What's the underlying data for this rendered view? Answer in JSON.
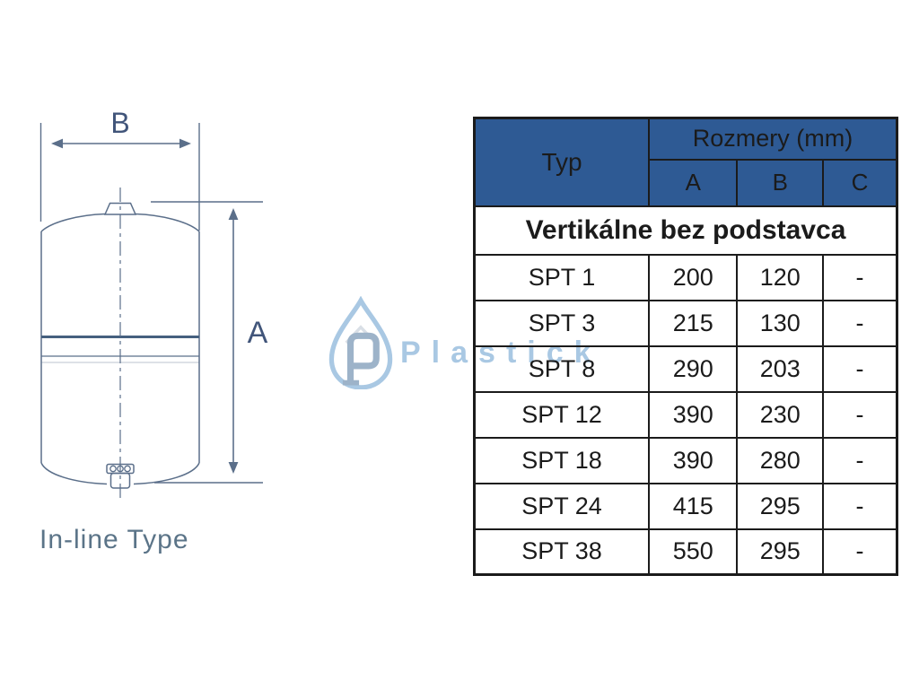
{
  "diagram": {
    "label_b": "B",
    "label_a": "A",
    "caption": "In-line Type",
    "stroke_color": "#5b6f8a",
    "label_color": "#41557a",
    "caption_color": "#5b7488"
  },
  "watermark": {
    "brand": "Plastick",
    "icon": "water-drop-logo",
    "color": "#a9c8e3",
    "p_color": "#9db3c9"
  },
  "table": {
    "header_bg": "#2e5a94",
    "header_text_color": "#ffffff",
    "header": {
      "typ": "Typ",
      "rozmery": "Rozmery (mm)",
      "col_a": "A",
      "col_b": "B",
      "col_c": "C"
    },
    "section_title": "Vertikálne bez podstavca",
    "rows": [
      {
        "typ": "SPT 1",
        "a": "200",
        "b": "120",
        "c": "-"
      },
      {
        "typ": "SPT 3",
        "a": "215",
        "b": "130",
        "c": "-"
      },
      {
        "typ": "SPT 8",
        "a": "290",
        "b": "203",
        "c": "-"
      },
      {
        "typ": "SPT 12",
        "a": "390",
        "b": "230",
        "c": "-"
      },
      {
        "typ": "SPT 18",
        "a": "390",
        "b": "280",
        "c": "-"
      },
      {
        "typ": "SPT 24",
        "a": "415",
        "b": "295",
        "c": "-"
      },
      {
        "typ": "SPT 38",
        "a": "550",
        "b": "295",
        "c": "-"
      }
    ]
  }
}
